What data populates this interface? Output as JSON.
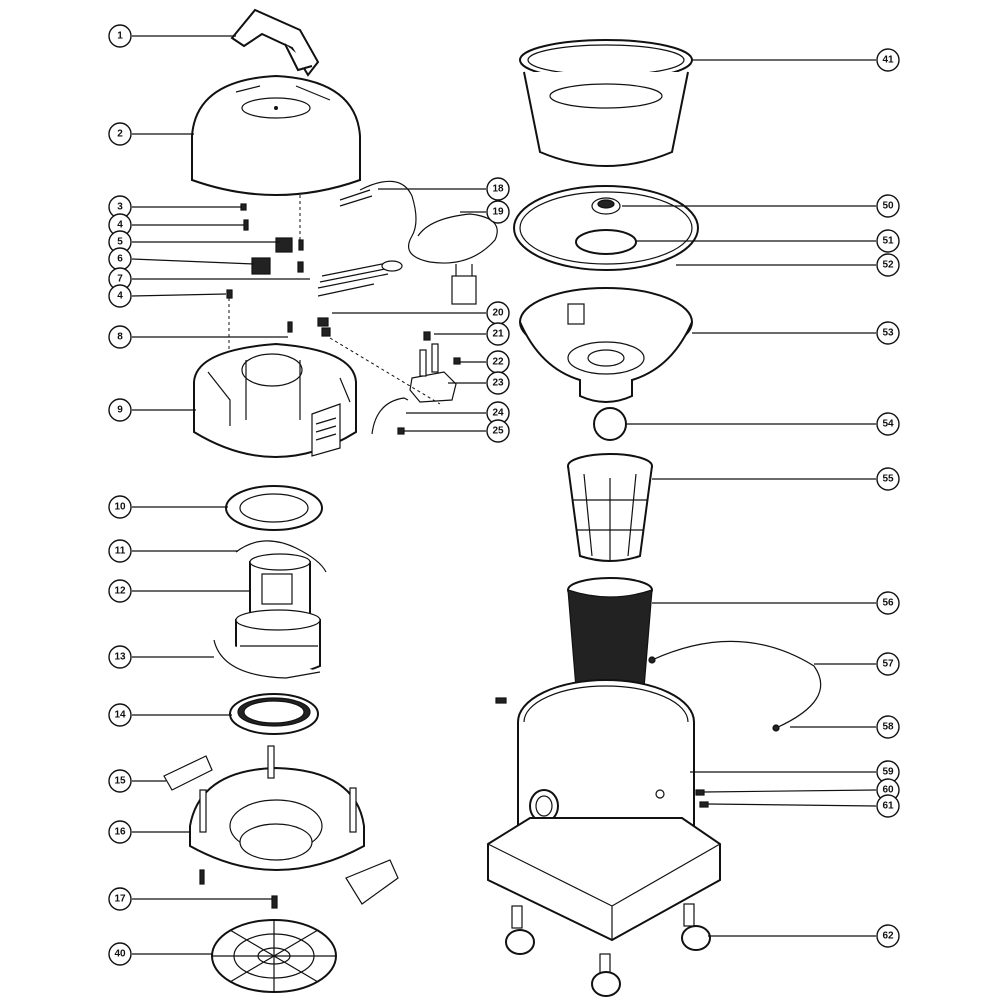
{
  "diagram": {
    "callouts": [
      {
        "id": "c1",
        "label": "1"
      },
      {
        "id": "c2",
        "label": "2"
      },
      {
        "id": "c3",
        "label": "3"
      },
      {
        "id": "c4a",
        "label": "4"
      },
      {
        "id": "c5",
        "label": "5"
      },
      {
        "id": "c6",
        "label": "6"
      },
      {
        "id": "c7",
        "label": "7"
      },
      {
        "id": "c4b",
        "label": "4"
      },
      {
        "id": "c8",
        "label": "8"
      },
      {
        "id": "c9",
        "label": "9"
      },
      {
        "id": "c10",
        "label": "10"
      },
      {
        "id": "c11",
        "label": "11"
      },
      {
        "id": "c12",
        "label": "12"
      },
      {
        "id": "c13",
        "label": "13"
      },
      {
        "id": "c14",
        "label": "14"
      },
      {
        "id": "c15",
        "label": "15"
      },
      {
        "id": "c16",
        "label": "16"
      },
      {
        "id": "c17",
        "label": "17"
      },
      {
        "id": "c40",
        "label": "40"
      },
      {
        "id": "c18",
        "label": "18"
      },
      {
        "id": "c19",
        "label": "19"
      },
      {
        "id": "c20",
        "label": "20"
      },
      {
        "id": "c21",
        "label": "21"
      },
      {
        "id": "c22",
        "label": "22"
      },
      {
        "id": "c23",
        "label": "23"
      },
      {
        "id": "c24",
        "label": "24"
      },
      {
        "id": "c25",
        "label": "25"
      },
      {
        "id": "c41",
        "label": "41"
      },
      {
        "id": "c50",
        "label": "50"
      },
      {
        "id": "c51",
        "label": "51"
      },
      {
        "id": "c52",
        "label": "52"
      },
      {
        "id": "c53",
        "label": "53"
      },
      {
        "id": "c54",
        "label": "54"
      },
      {
        "id": "c55",
        "label": "55"
      },
      {
        "id": "c56",
        "label": "56"
      },
      {
        "id": "c57",
        "label": "57"
      },
      {
        "id": "c58",
        "label": "58"
      },
      {
        "id": "c59",
        "label": "59"
      },
      {
        "id": "c60",
        "label": "60"
      },
      {
        "id": "c61",
        "label": "61"
      },
      {
        "id": "c62",
        "label": "62"
      }
    ]
  }
}
